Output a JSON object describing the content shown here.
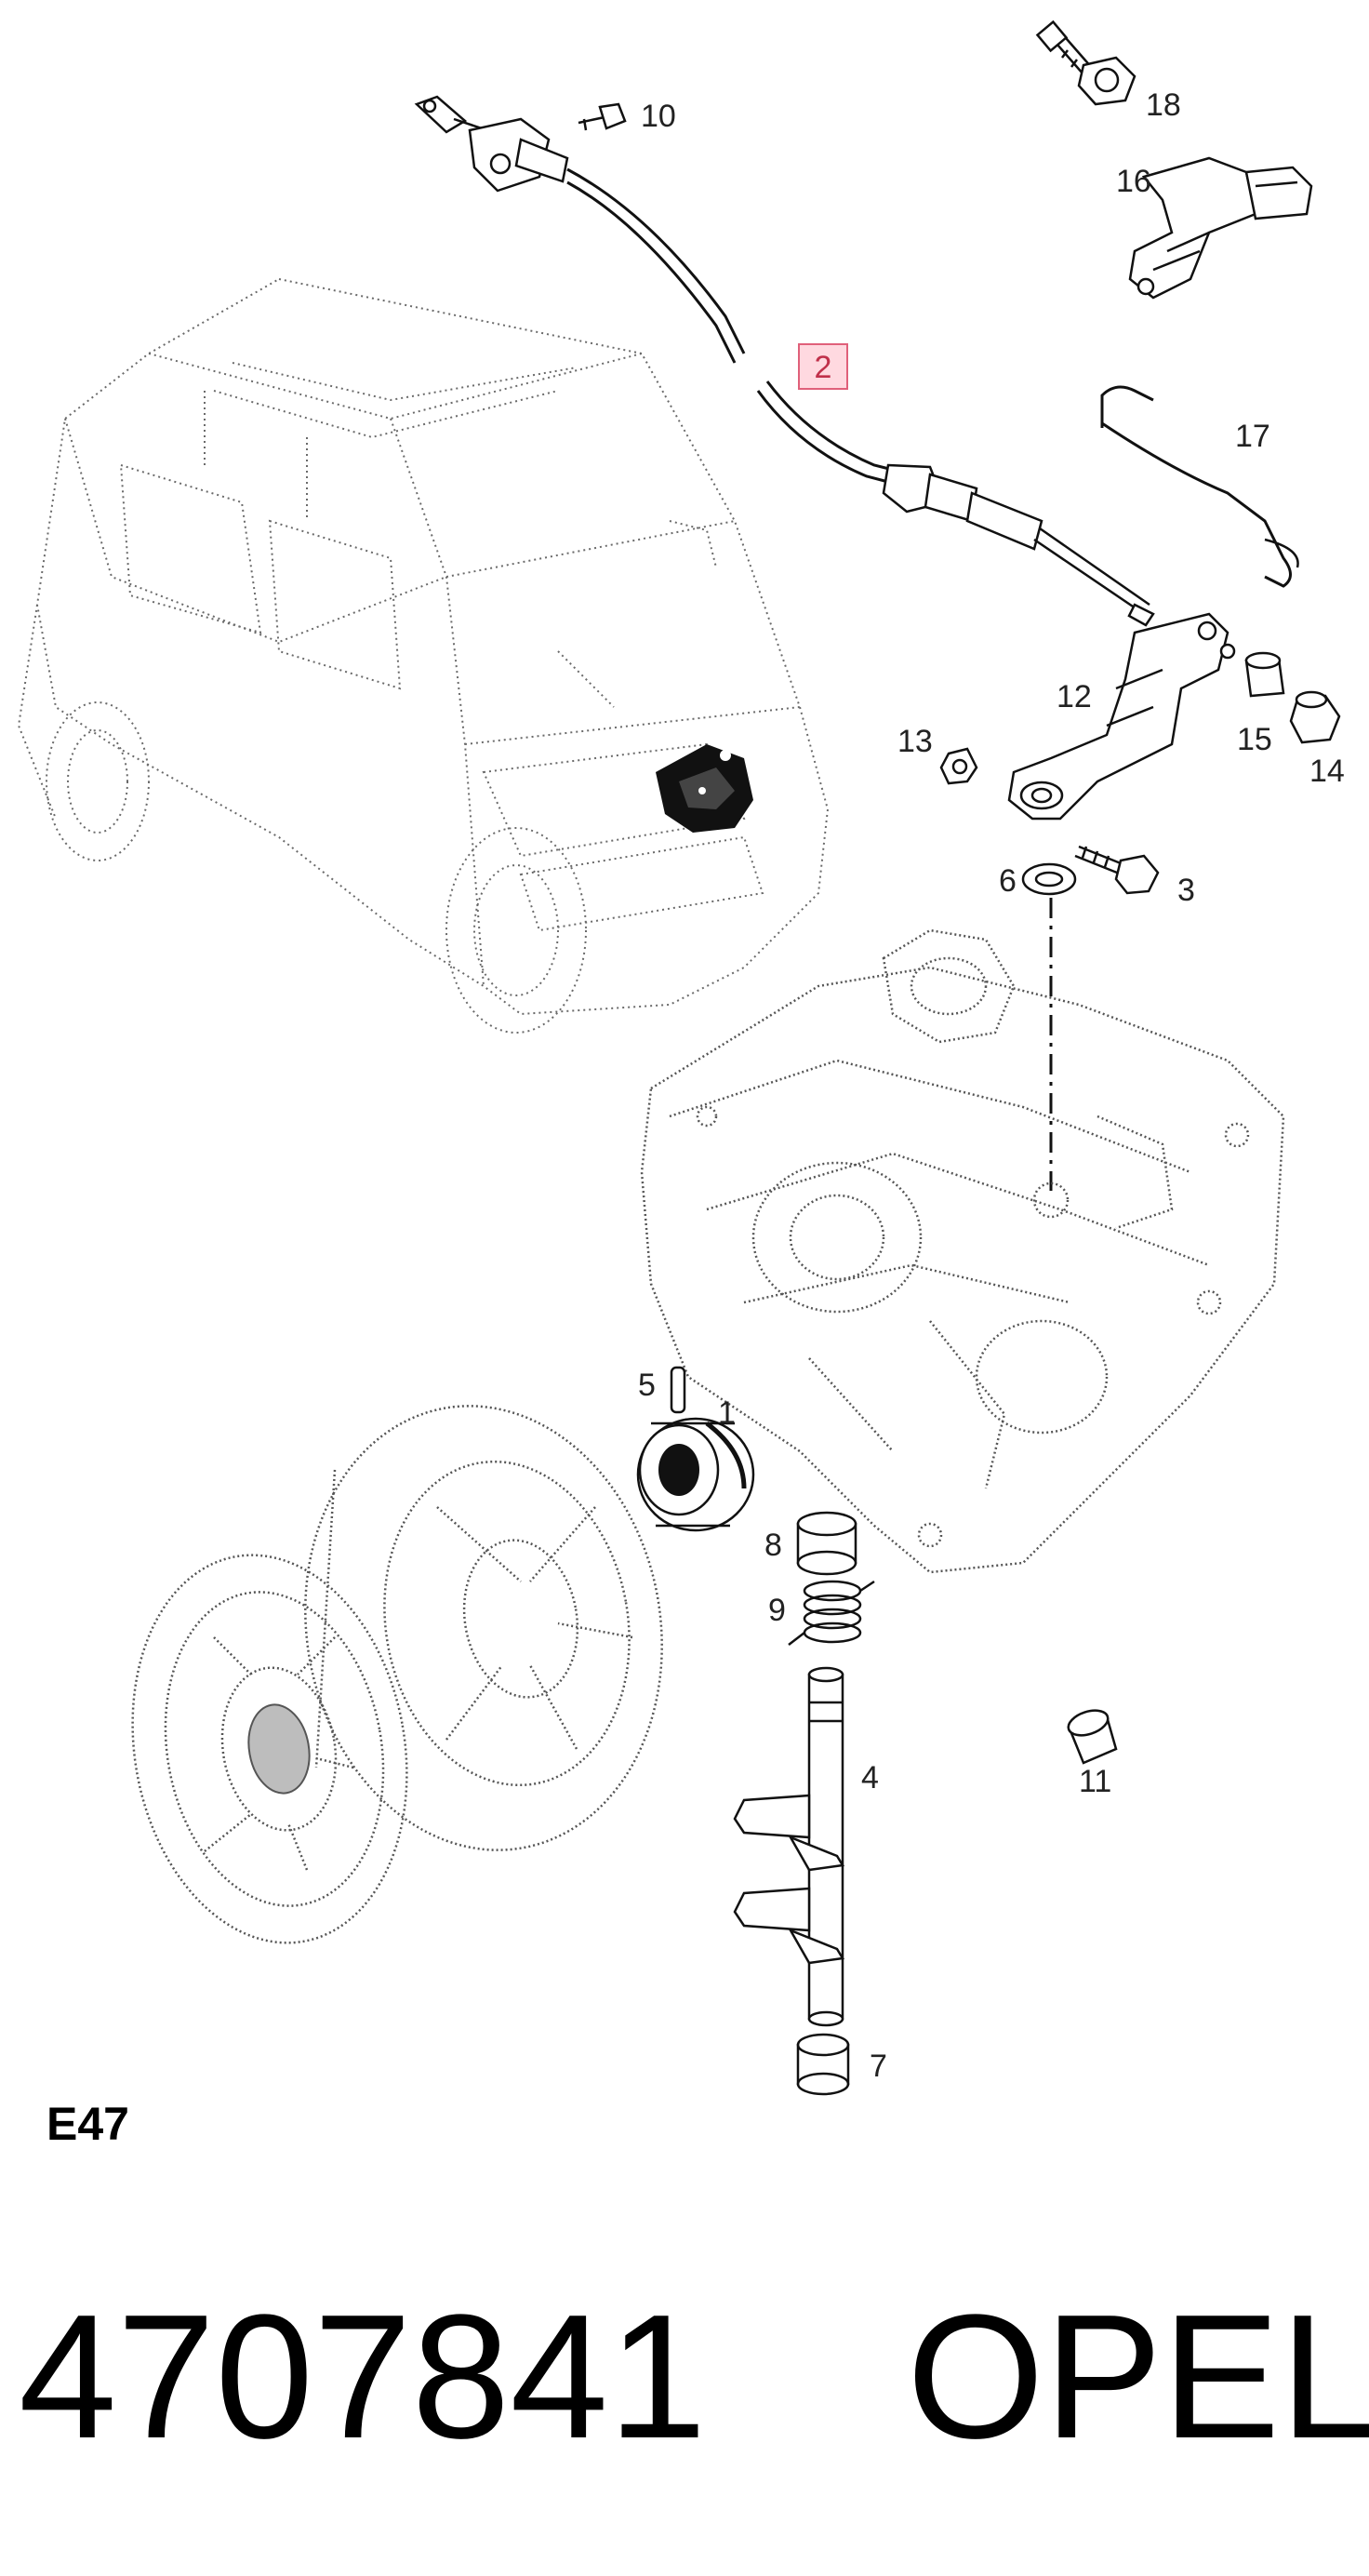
{
  "diagram": {
    "section_code": "E47",
    "part_number": "4707841",
    "brand": "OPEL",
    "callouts": [
      {
        "id": "c2",
        "label": "2",
        "highlighted": true
      },
      {
        "id": "c10",
        "label": "10"
      },
      {
        "id": "c18",
        "label": "18"
      },
      {
        "id": "c16",
        "label": "16"
      },
      {
        "id": "c17",
        "label": "17"
      },
      {
        "id": "c12",
        "label": "12"
      },
      {
        "id": "c13",
        "label": "13"
      },
      {
        "id": "c15",
        "label": "15"
      },
      {
        "id": "c14",
        "label": "14"
      },
      {
        "id": "c6",
        "label": "6"
      },
      {
        "id": "c3",
        "label": "3"
      },
      {
        "id": "c5",
        "label": "5"
      },
      {
        "id": "c1",
        "label": "1"
      },
      {
        "id": "c8",
        "label": "8"
      },
      {
        "id": "c9",
        "label": "9"
      },
      {
        "id": "c4",
        "label": "4"
      },
      {
        "id": "c11",
        "label": "11"
      },
      {
        "id": "c7",
        "label": "7"
      }
    ],
    "colors": {
      "highlight_fill": "#ffd9e0",
      "highlight_border": "#e0607a",
      "line": "#111111",
      "ghost_line": "#6a6a6a"
    }
  }
}
